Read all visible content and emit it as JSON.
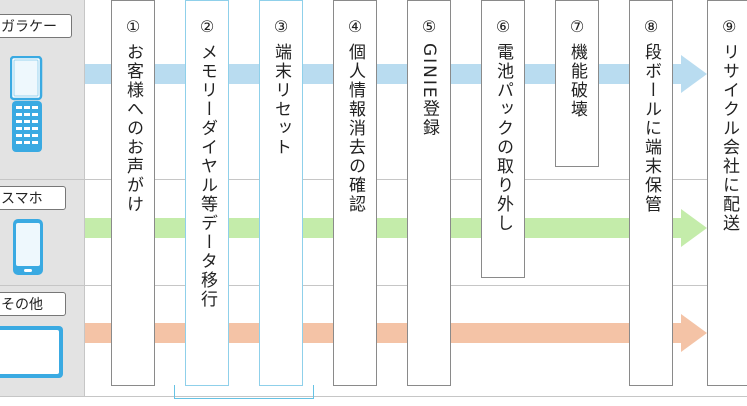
{
  "rows": [
    {
      "label": "ガラケー",
      "device": "feature-phone",
      "color": "#b9dcf0"
    },
    {
      "label": "スマホ",
      "device": "smartphone",
      "color": "#c4ecaa"
    },
    {
      "label": "その他",
      "device": "tablet",
      "color": "#f4c3a6"
    }
  ],
  "steps": [
    {
      "num": "①",
      "text": "お客様へのお声がけ"
    },
    {
      "num": "②",
      "text": "メモリーダイヤル等データ移行"
    },
    {
      "num": "③",
      "text": "端末リセット"
    },
    {
      "num": "④",
      "text": "個人情報消去の確認"
    },
    {
      "num": "⑤",
      "text": "GINIE登録"
    },
    {
      "num": "⑥",
      "text": "電池パックの取り外し"
    },
    {
      "num": "⑦",
      "text": "機能破壊"
    },
    {
      "num": "⑧",
      "text": "段ボールに端末保管"
    },
    {
      "num": "⑨",
      "text": "リサイクル会社に配送"
    }
  ],
  "colors": {
    "device_blue": "#3aaae2",
    "bracket": "#66c2e4"
  }
}
